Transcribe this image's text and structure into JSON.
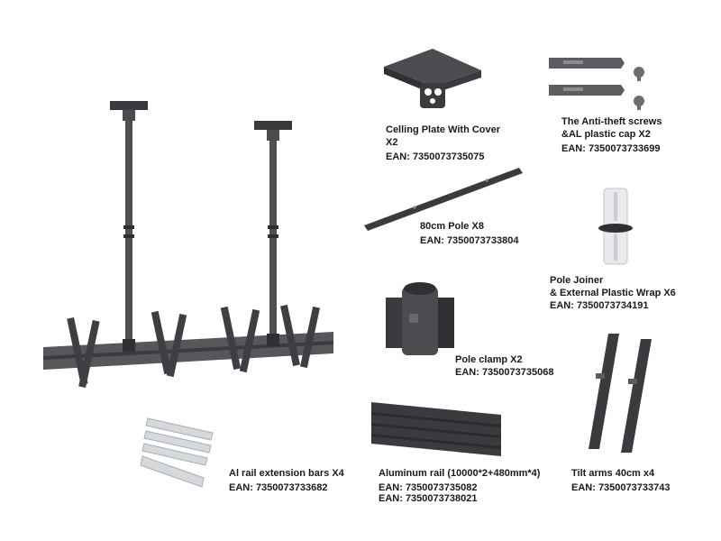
{
  "parts": {
    "ceiling_plate": {
      "name": "Celling Plate With Cover",
      "qty": "X2",
      "ean": "EAN: 7350073735075"
    },
    "anti_theft": {
      "name": "The Anti-theft screws",
      "name2": "&AL plastic cap X2",
      "ean": "EAN: 7350073733699"
    },
    "pole": {
      "name": "80cm Pole X8",
      "ean": "EAN: 7350073733804"
    },
    "pole_joiner": {
      "name": "Pole Joiner",
      "name2": "& External Plastic Wrap X6",
      "ean": "EAN: 7350073734191"
    },
    "pole_clamp": {
      "name": "Pole clamp X2",
      "ean": "EAN: 7350073735068"
    },
    "rail_ext": {
      "name": "Al rail extension bars X4",
      "ean": "EAN: 7350073733682"
    },
    "alu_rail": {
      "name": "Aluminum rail (10000*2+480mm*4)",
      "ean": "EAN: 7350073735082",
      "ean2": "EAN: 7350073738021"
    },
    "tilt_arms": {
      "name": "Tilt arms 40cm x4",
      "ean": "EAN: 7350073733743"
    }
  },
  "colors": {
    "metal_dark": "#3a3b3e",
    "metal_mid": "#5a5c60",
    "metal_light": "#c9ccd0",
    "text": "#1a1a1a"
  }
}
